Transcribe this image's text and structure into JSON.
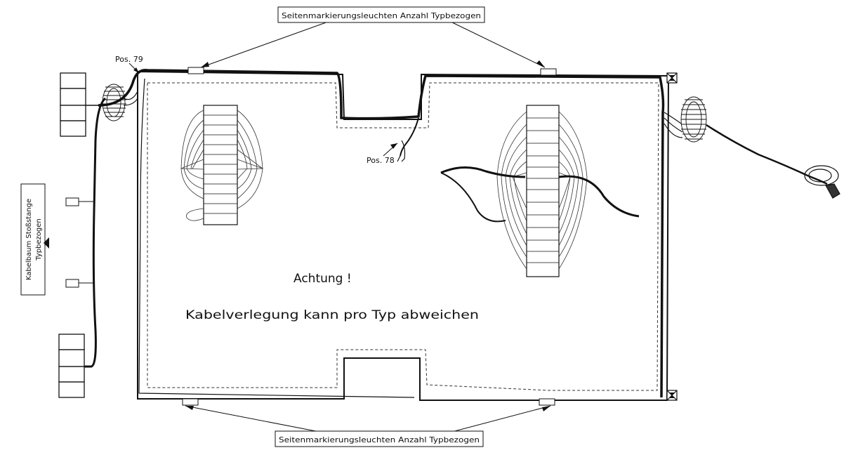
{
  "labels": {
    "top_callout": "Seitenmarkierungsleuchten Anzahl Typbezogen",
    "bottom_callout": "Seitenmarkierungsleuchten Anzahl Typbezogen",
    "side_callout_line1": "Kabelbaum Stoßstange",
    "side_callout_line2": "Typbezogen",
    "pos79": "Pos. 79",
    "pos78": "Pos. 78",
    "warning": "Achtung !",
    "note": "Kabelverlegung kann pro Typ abweichen"
  },
  "left_connector_labels": [
    "",
    "",
    "",
    "",
    "",
    "",
    "",
    "",
    "",
    "",
    "",
    ""
  ],
  "right_connector_labels": [
    "",
    "",
    "",
    "",
    "",
    "",
    "",
    "",
    "",
    "",
    "",
    "",
    "",
    ""
  ],
  "colors": {
    "line": "#111111",
    "paper": "#ffffff"
  }
}
